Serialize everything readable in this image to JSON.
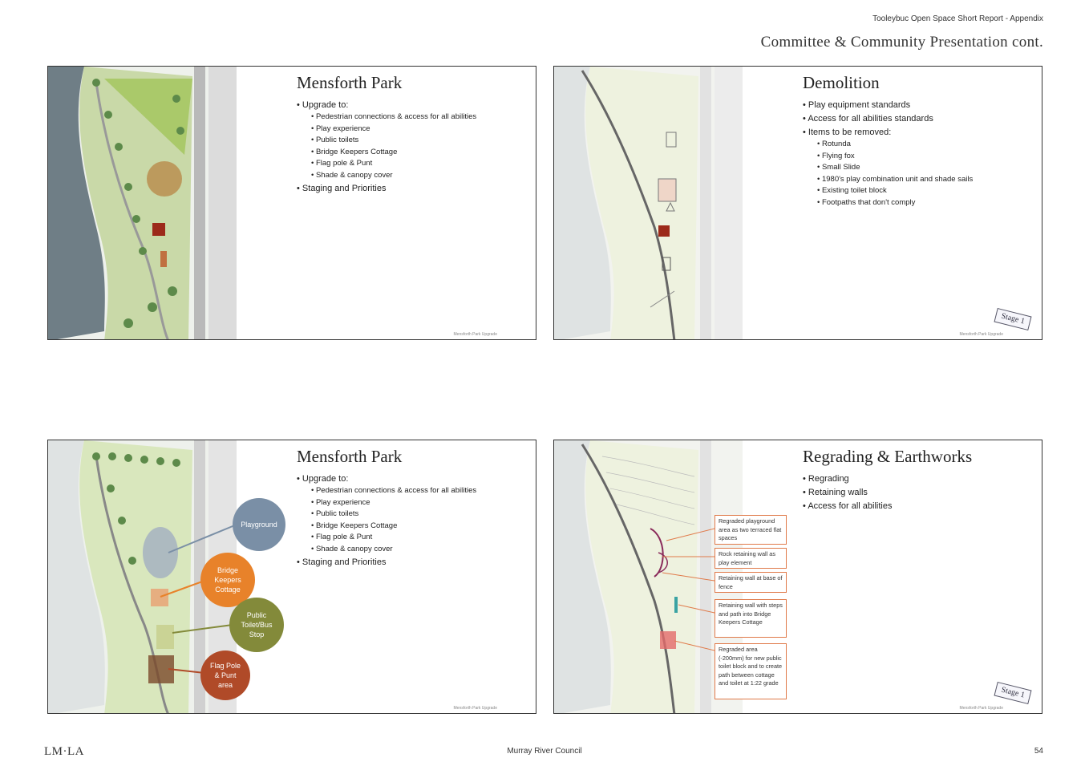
{
  "header": {
    "subtitle": "Tooleybuc Open Space Short Report - Appendix",
    "title": "Committee & Community Presentation cont."
  },
  "slides": [
    {
      "title": "Mensforth Park",
      "bullets": [
        {
          "text": "Upgrade to:",
          "sub": [
            "Pedestrian connections & access for all abilities",
            "Play experience",
            "Public toilets",
            "Bridge Keepers Cottage",
            "Flag pole & Punt",
            "Shade & canopy cover"
          ]
        },
        {
          "text": "Staging and Priorities",
          "sub": []
        }
      ],
      "footnote": "Mensforth Park Upgrade"
    },
    {
      "title": "Demolition",
      "bullets": [
        {
          "text": "Play equipment standards",
          "sub": []
        },
        {
          "text": "Access for all abilities standards",
          "sub": []
        },
        {
          "text": "Items to be removed:",
          "sub": [
            "Rotunda",
            "Flying fox",
            "Small Slide",
            "1980's play combination unit and shade sails",
            "Existing toilet block",
            "Footpaths that don't comply"
          ]
        }
      ],
      "stage": "Stage 1",
      "footnote": "Mensforth Park Upgrade"
    },
    {
      "title": "Mensforth Park",
      "bullets": [
        {
          "text": "Upgrade to:",
          "sub": [
            "Pedestrian connections & access for all abilities",
            "Play experience",
            "Public toilets",
            "Bridge Keepers Cottage",
            "Flag pole & Punt",
            "Shade & canopy cover"
          ]
        },
        {
          "text": "Staging and Priorities",
          "sub": []
        }
      ],
      "circles": [
        {
          "label": "Playground",
          "color": "#7a8fa6"
        },
        {
          "label": "Bridge\nKeepers\nCottage",
          "color": "#e8822a"
        },
        {
          "label": "Public\nToilet/Bus\nStop",
          "color": "#838a3a"
        },
        {
          "label": "Flag Pole\n& Punt\narea",
          "color": "#b04a28"
        }
      ],
      "footnote": "Mensforth Park Upgrade"
    },
    {
      "title": "Regrading & Earthworks",
      "bullets": [
        {
          "text": "Regrading",
          "sub": []
        },
        {
          "text": "Retaining walls",
          "sub": []
        },
        {
          "text": "Access for all abilities",
          "sub": []
        }
      ],
      "callouts": [
        "Regraded playground area as two terraced flat spaces",
        "Rock retaining wall as play element",
        "Retaining wall at base of fence",
        "Retaining wall with steps and path into Bridge Keepers Cottage",
        "Regraded area (-200mm) for new public toilet block and to create path between cottage and toilet at 1:22 grade"
      ],
      "stage": "Stage 1",
      "footnote": "Mensforth Park Upgrade"
    }
  ],
  "footer": {
    "logo": "LM·LA",
    "center": "Murray River Council",
    "page": "54"
  }
}
